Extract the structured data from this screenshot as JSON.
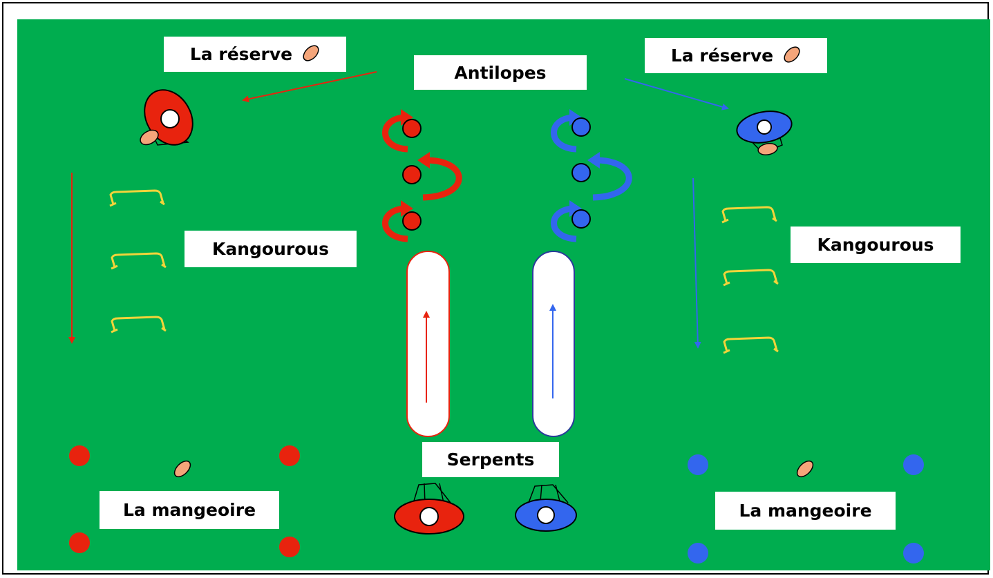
{
  "colors": {
    "pitch": "#00ad4f",
    "red_team": "#e8230e",
    "blue_team": "#3366ee",
    "hurdle": "#f2d43a",
    "ball": "#f4a57a"
  },
  "labels": {
    "reserve_left": "La réserve",
    "reserve_right": "La réserve",
    "antilopes": "Antilopes",
    "kangourous_left": "Kangourous",
    "kangourous_right": "Kangourous",
    "serpents": "Serpents",
    "mangeoire_left": "La mangeoire",
    "mangeoire_right": "La mangeoire"
  },
  "icons": [
    "ball-icon",
    "cone-icon",
    "hurdle-icon",
    "player-marker-icon",
    "loop-arrow-icon",
    "lane-arrow-icon"
  ]
}
